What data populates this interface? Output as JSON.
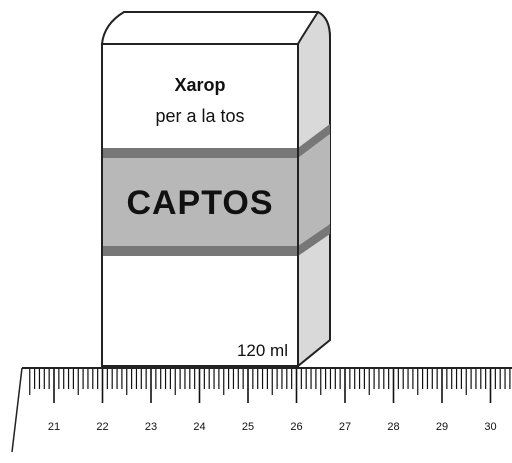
{
  "box": {
    "line1": "Xarop",
    "line2": "per a la tos",
    "brand": "CAPTOS",
    "volume": "120 ml"
  },
  "ruler": {
    "labels": [
      "21",
      "22",
      "23",
      "24",
      "25",
      "26",
      "27",
      "28",
      "29",
      "30"
    ]
  },
  "colors": {
    "band_dark": "#7a7a7a",
    "band_mid": "#b4b4b4",
    "side_face": "#d8d8d8",
    "top_face": "#ffffff",
    "outline": "#222222"
  }
}
